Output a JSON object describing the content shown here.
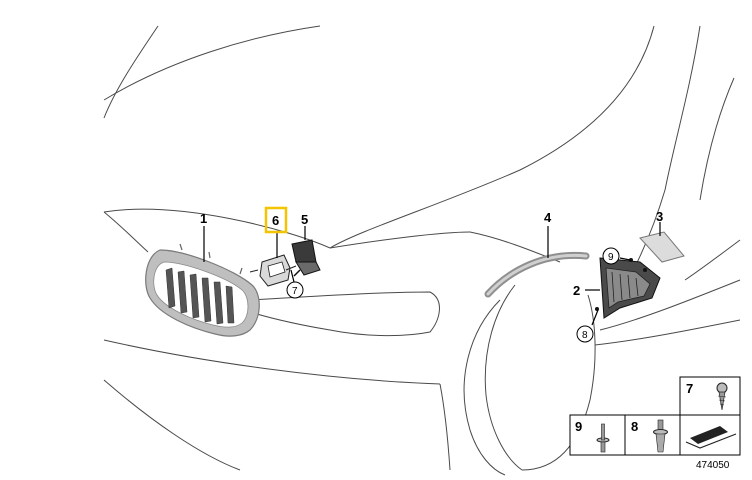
{
  "diagram": {
    "callouts": [
      {
        "id": "1",
        "text": "1"
      },
      {
        "id": "2",
        "text": "2"
      },
      {
        "id": "3",
        "text": "3"
      },
      {
        "id": "4",
        "text": "4"
      },
      {
        "id": "5",
        "text": "5"
      },
      {
        "id": "6",
        "text": "6",
        "highlighted": true
      },
      {
        "id": "7",
        "text": "7"
      },
      {
        "id": "8",
        "text": "8"
      },
      {
        "id": "9",
        "text": "9"
      }
    ],
    "fastener_table": [
      {
        "label": "7",
        "part": "screw"
      },
      {
        "label": "9",
        "part": "pin"
      },
      {
        "label": "8",
        "part": "expanding-rivet"
      }
    ],
    "reference_number": "474050",
    "highlight_color": "#f5c400"
  }
}
